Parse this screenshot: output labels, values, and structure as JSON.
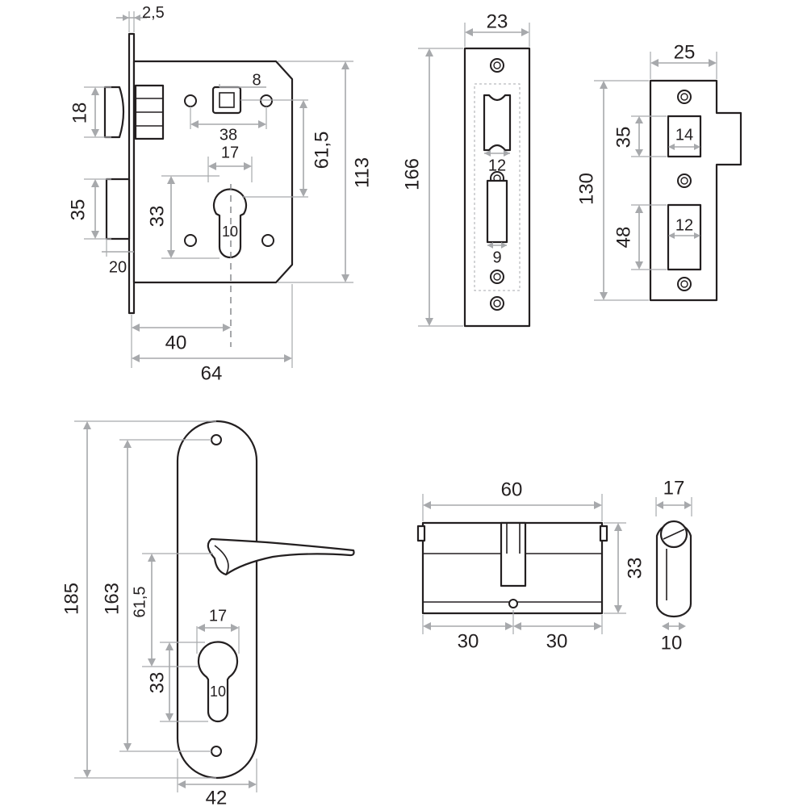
{
  "mortise_body": {
    "dim_faceplate_thickness": "2,5",
    "dim_latch_height": "18",
    "dim_bolt_height": "35",
    "dim_bolt_throw": "20",
    "dim_spindle_square": "8",
    "dim_screw_spacing": "38",
    "dim_center_distance": "61,5",
    "dim_body_height": "113",
    "dim_cylinder_width": "17",
    "dim_cylinder_height": "33",
    "dim_cam_width": "10",
    "dim_backset": "40",
    "dim_body_depth": "64"
  },
  "faceplate": {
    "dim_width": "23",
    "dim_height": "166",
    "dim_latch_slot": "12",
    "dim_bolt_slot": "9"
  },
  "strike_plate": {
    "dim_width": "25",
    "dim_height": "130",
    "dim_latch_opening_height": "35",
    "dim_latch_opening_width": "14",
    "dim_bolt_opening_height": "48",
    "dim_bolt_opening_width": "12"
  },
  "handle_plate": {
    "dim_total_height": "185",
    "dim_screw_spacing": "163",
    "dim_handle_to_cylinder": "61,5",
    "dim_cylinder_width": "17",
    "dim_cylinder_height": "33",
    "dim_cam_width": "10",
    "dim_plate_width": "42"
  },
  "cylinder": {
    "dim_length": "60",
    "dim_height": "33",
    "dim_left_half": "30",
    "dim_right_half": "30"
  },
  "cylinder_end": {
    "dim_width": "17",
    "dim_bottom_width": "10"
  }
}
